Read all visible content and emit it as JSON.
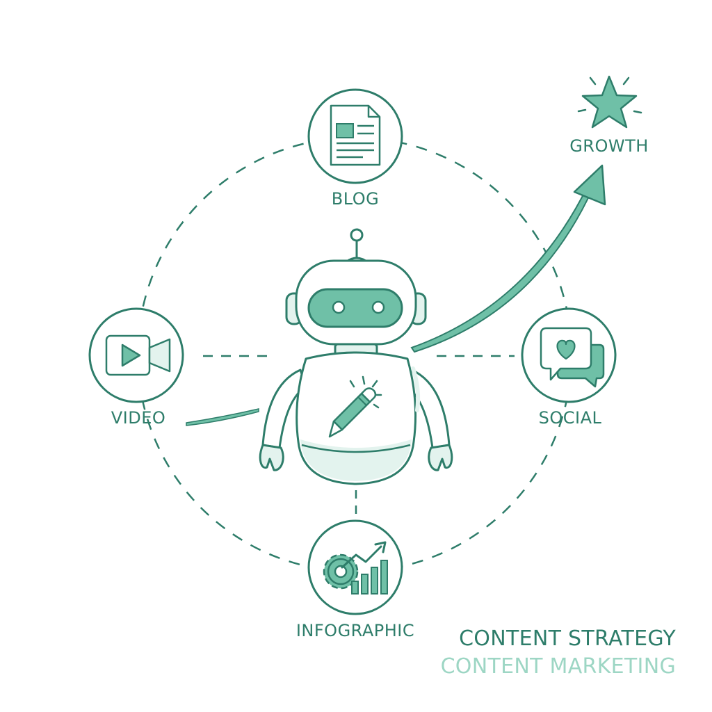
{
  "nodes": {
    "blog": {
      "label": "BLOG",
      "icon": "document-icon"
    },
    "video": {
      "label": "VIDEO",
      "icon": "video-camera-icon"
    },
    "social": {
      "label": "SOCIAL",
      "icon": "chat-heart-icon"
    },
    "infographic": {
      "label": "INFOGRAPHIC",
      "icon": "gear-chart-icon"
    }
  },
  "growth": {
    "label": "GROWTH",
    "icon": "star-icon"
  },
  "center": {
    "icon": "robot-icon",
    "chest_icon": "pencil-icon"
  },
  "titles": {
    "main": "CONTENT STRATEGY",
    "sub": "CONTENT MARKETING"
  },
  "colors": {
    "stroke": "#2e7d6a",
    "fill": "#6fc0a7",
    "fill_light": "#e3f3ee",
    "subtitle": "#9dd6c4"
  }
}
